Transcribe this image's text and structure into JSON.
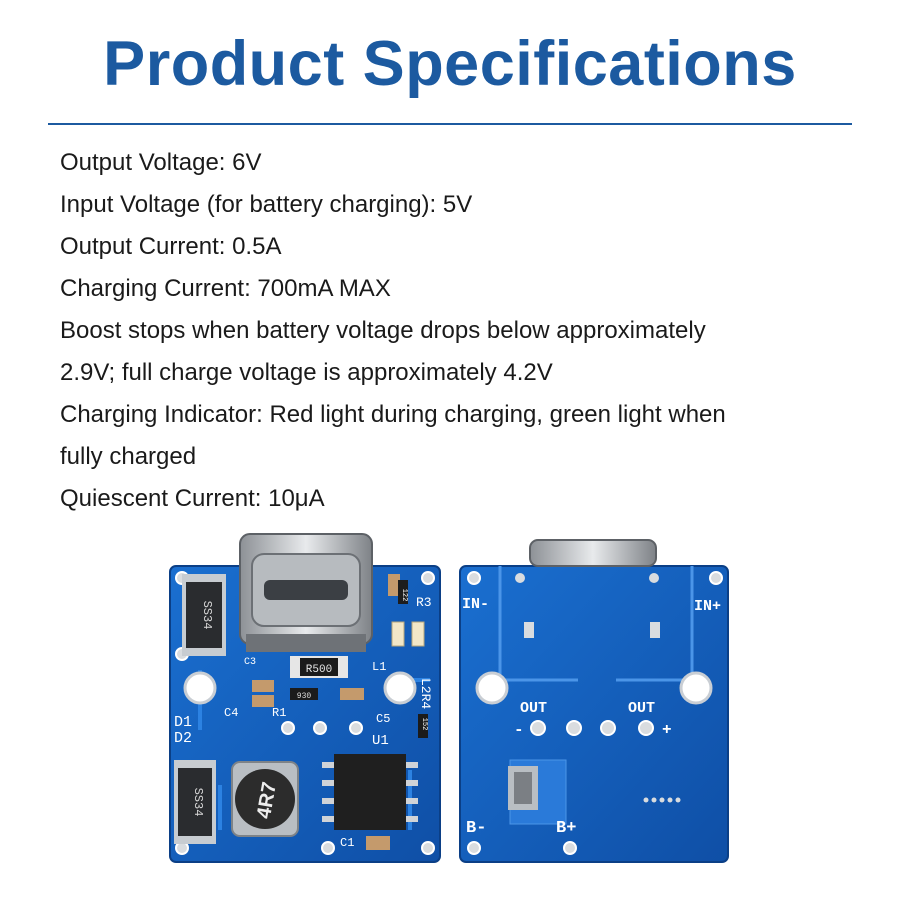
{
  "title": "Product Specifications",
  "specs": [
    "Output Voltage: 6V",
    "Input Voltage (for battery charging): 5V",
    "Output Current: 0.5A",
    "Charging Current: 700mA MAX",
    "Boost stops when battery voltage drops below approximately",
    "2.9V; full charge voltage is approximately 4.2V",
    "Charging Indicator: Red light during charging, green light when",
    "fully charged",
    "Quiescent Current: 10μA"
  ],
  "board_front": {
    "diode_1": "SS34",
    "diode_2": "SS34",
    "resistor_main": "R500",
    "resistor_small": "930",
    "inductor": "4R7",
    "r3_code": "122",
    "r4_code": "152",
    "labels": [
      "R3",
      "L2R4",
      "L1",
      "C4",
      "R1",
      "C5",
      "U1",
      "D1",
      "D2",
      "C1",
      "C3"
    ]
  },
  "board_back": {
    "in_minus": "IN-",
    "in_plus": "IN+",
    "out_left": "OUT",
    "out_right": "OUT",
    "minus_sign": "-",
    "plus_sign": "+",
    "b_minus": "B-",
    "b_plus": "B+"
  },
  "colors": {
    "title": "#1c5aa0",
    "pcb": "#1565c0",
    "silkscreen": "#ffffff"
  }
}
